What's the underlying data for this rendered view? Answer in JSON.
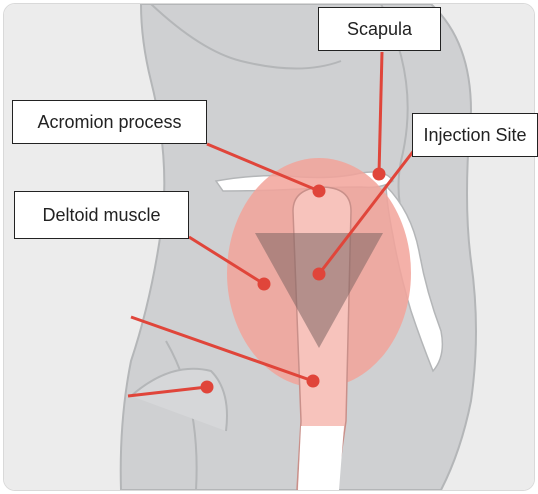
{
  "labels": {
    "scapula": "Scapula",
    "acromion": "Acromion process",
    "injection_site": "Injection Site",
    "deltoid": "Deltoid muscle"
  },
  "colors": {
    "body_fill": "#cfd0d2",
    "body_outline": "#b4b6b8",
    "deltoid_fill": "#f2a39a",
    "humerus_fill": "#f7c3bc",
    "bone_white": "#ffffff",
    "triangle_fill": "#7d6563",
    "pointer_red": "#e0453a",
    "label_border": "#222222"
  }
}
